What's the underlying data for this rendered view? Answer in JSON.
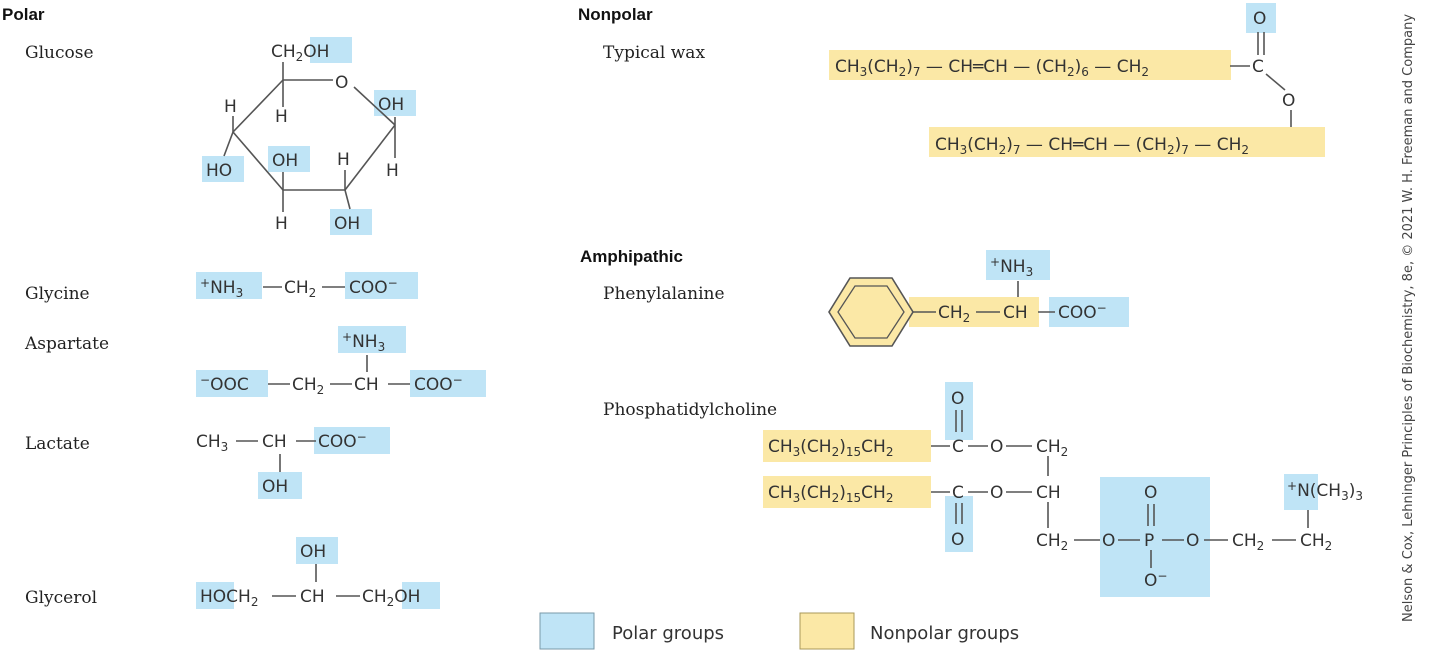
{
  "colors": {
    "polar": "#bfe4f6",
    "nonpolar": "#fbe8a6",
    "bond": "#555555",
    "text": "#333333"
  },
  "sections": {
    "polar": "Polar",
    "nonpolar": "Nonpolar",
    "amphipathic": "Amphipathic"
  },
  "molecules": {
    "glucose": "Glucose",
    "glycine": "Glycine",
    "aspartate": "Aspartate",
    "lactate": "Lactate",
    "glycerol": "Glycerol",
    "wax": "Typical wax",
    "phenylalanine": "Phenylalanine",
    "phosphatidylcholine": "Phosphatidylcholine"
  },
  "legend": {
    "polar": "Polar groups",
    "nonpolar": "Nonpolar groups"
  },
  "credit": "Nelson & Cox, Lehninger Principles of Biochemistry, 8e, © 2021 W. H. Freeman and Company"
}
